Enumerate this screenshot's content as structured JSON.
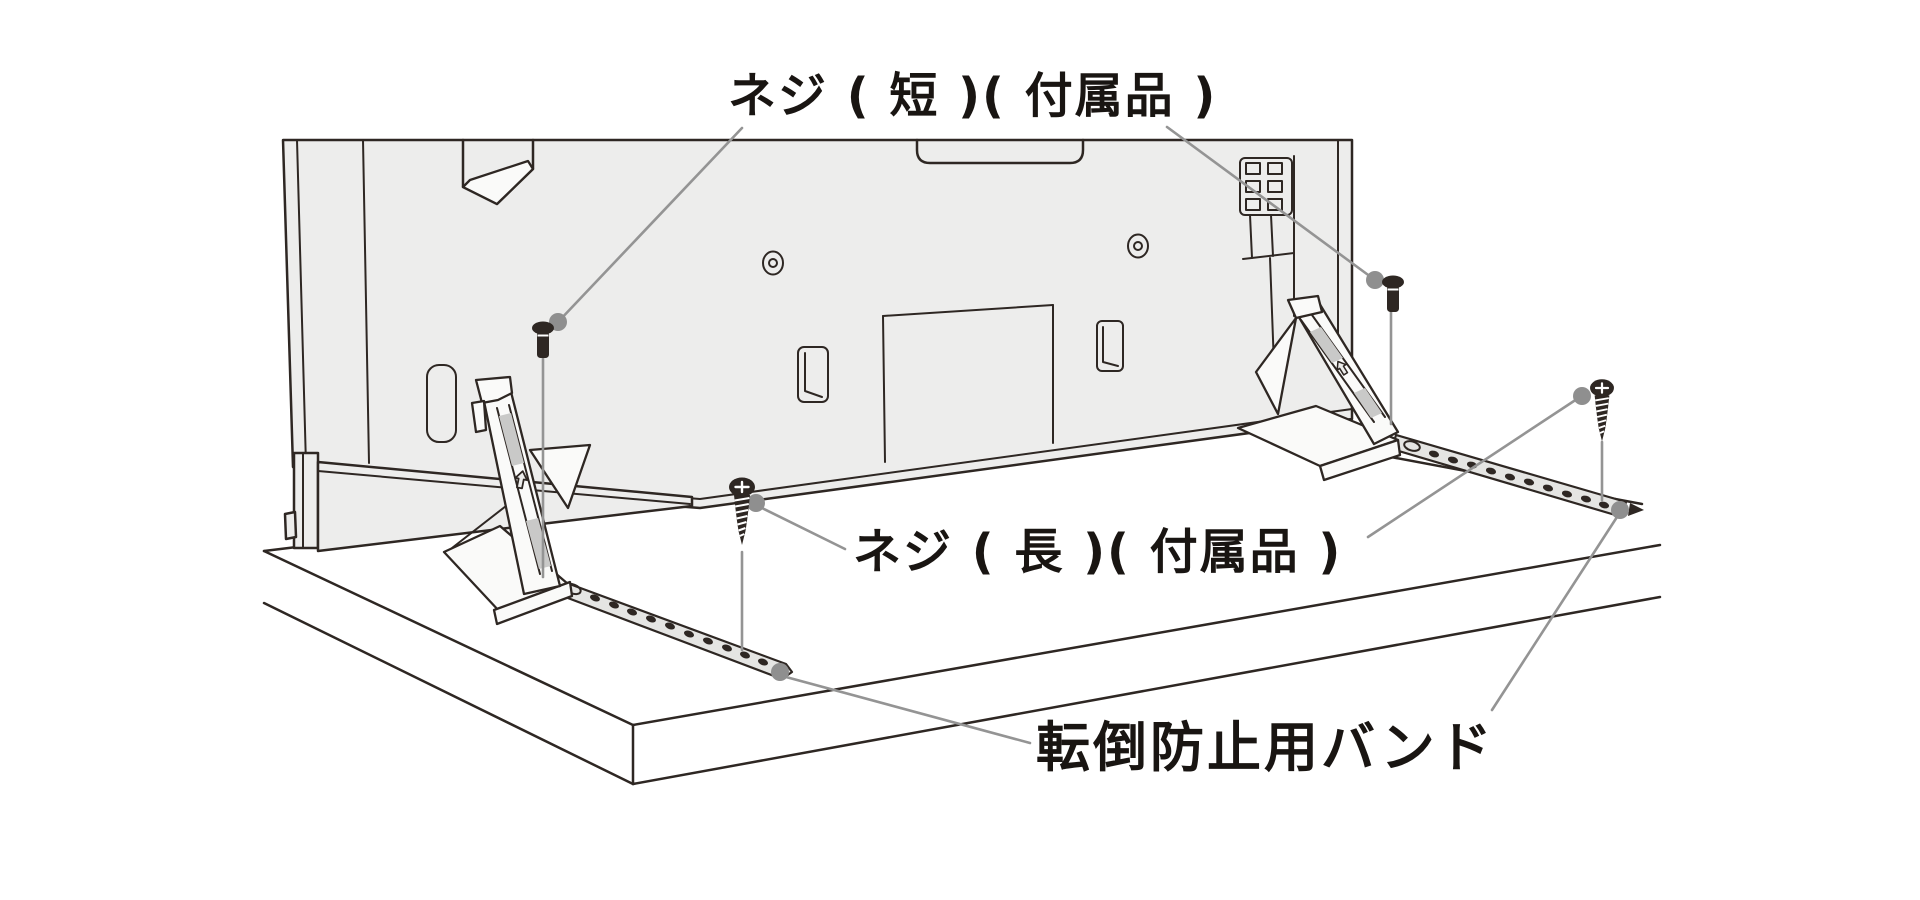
{
  "diagram": {
    "labels": {
      "screw_short": "ネジ ( 短 )( 付属品 )",
      "screw_long": "ネジ ( 長 )( 付属品 )",
      "band": "転倒防止用バンド"
    },
    "colors": {
      "outline": "#2e2723",
      "panel_fill": "#ededec",
      "leader_gray": "#949494",
      "marker_dot": "#8f8f8f",
      "band_fill": "#e5e5e3",
      "slot_shade": "#c9c9c8",
      "background": "#ffffff"
    }
  }
}
